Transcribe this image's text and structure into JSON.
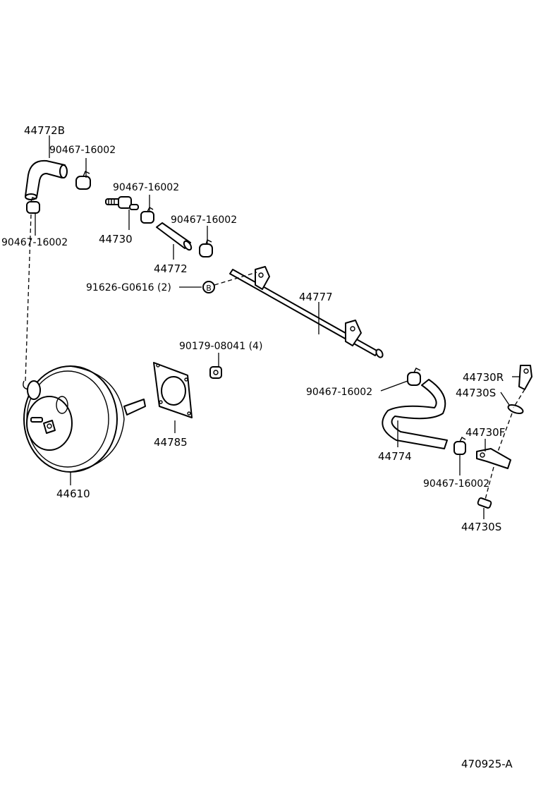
{
  "diagram_code": "470925-A",
  "labels": {
    "hose_upper_left": "44772B",
    "clamp_1": "90467-16002",
    "clamp_left": "90467-16002",
    "clamp_2": "90467-16002",
    "check_valve": "44730",
    "clamp_3": "90467-16002",
    "hose_short": "44772",
    "bolt_b": "91626-G0616 (2)",
    "bolt_b_marker": "B",
    "pipe": "44777",
    "nut": "90179-08041 (4)",
    "gasket": "44785",
    "booster": "44610",
    "clamp_right": "90467-16002",
    "hose_right": "44774",
    "valve_rear": "44730R",
    "seal_upper": "44730S",
    "valve_front": "44730F",
    "clamp_lower_right": "90467-16002",
    "seal_lower": "44730S"
  }
}
